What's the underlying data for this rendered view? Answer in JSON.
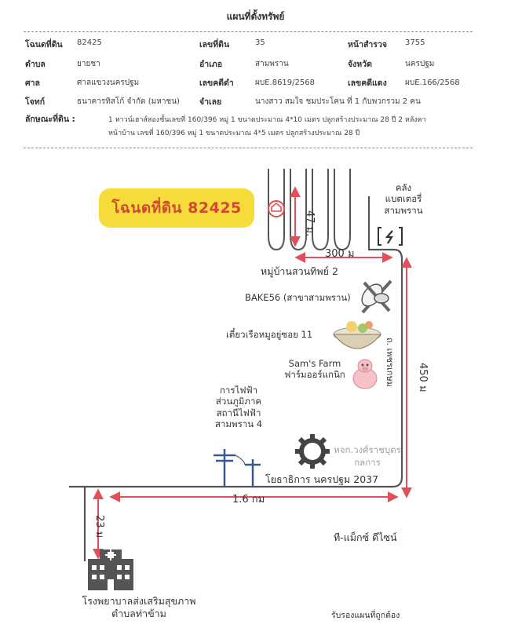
{
  "header": {
    "title": "แผนที่ตั้งทรัพย์"
  },
  "info": {
    "rows": [
      [
        {
          "label": "โฉนดที่ดิน",
          "value": "82425"
        },
        {
          "label": "เลขที่ดิน",
          "value": "35"
        },
        {
          "label": "หน้าสำรวจ",
          "value": "3755"
        }
      ],
      [
        {
          "label": "ตำบล",
          "value": "ยายชา"
        },
        {
          "label": "อำเภอ",
          "value": "สามพราน"
        },
        {
          "label": "จังหวัด",
          "value": "นครปฐม"
        }
      ],
      [
        {
          "label": "ศาล",
          "value": "ศาลแขวงนครปฐม"
        },
        {
          "label": "เลขคดีดำ",
          "value": "ผบE.8619/2568"
        },
        {
          "label": "เลขคดีแดง",
          "value": "ผบE.166/2568"
        }
      ]
    ],
    "plaintiff": {
      "label": "โจทก์",
      "value": "ธนาคารทิสโก้ จำกัด (มหาชน)"
    },
    "defendant": {
      "label": "จำเลย",
      "value": "นางสาว สมใจ ชมประโคน  ที่ 1  กับพวกรวม 2 คน"
    },
    "description_label": "ลักษณะที่ดิน :",
    "description_lines": [
      "1 หาวน์เฮาส์สองชั้นเลขที่ 160/396 หมู่ 1 ขนาดประมาณ 4*10 เมตร ปลูกสร้างประมาณ 28 ปี 2 หลังคา",
      "หน้าบ้าน เลขที่ 160/396 หมู่ 1 ขนาดประมาณ 4*5 เมตร ปลูกสร้างประมาณ 28 ปี"
    ]
  },
  "map": {
    "title_banner": "โฉนดที่ดิน 82425",
    "battery_label": [
      "คลัง",
      "แบตเตอรี่",
      "สามพราน"
    ],
    "dist_47": "47 ม.",
    "dist_300": "300 ม",
    "village": "หมู่บ้านสวนทิพย์ 2",
    "bake": "BAKE56 (สาขาสามพราน)",
    "noodle": "เตี๋ยวเรือหมูอยู่ซอย 11",
    "road_name": "ถ. เพชรเกษม",
    "farm": [
      "Sam's Farm",
      "ฟาร์มออร์แกนิก"
    ],
    "dist_450": "450 ม",
    "electric": [
      "การไฟฟ้า",
      "ส่วนภูมิภาค",
      "สถานีไฟฟ้า",
      "สามพราน 4"
    ],
    "company": [
      "หจก.วงศ์ราชบุตร",
      "กลการ"
    ],
    "yotha": "โยธาธิการ นครปฐม 2037",
    "dist_16": "1.6 กม",
    "dist_23": "23 ม",
    "tmax": "ที-แม็กซ์ ดีไซน์",
    "hospital": [
      "โรงพยาบาลส่งเสริมสุขภาพ",
      "ตำบลท่าข้าม"
    ],
    "certify": "รับรองแผนที่ถูกต้อง"
  },
  "colors": {
    "banner": "#f5dc3a",
    "banner_text": "#d04a2e",
    "arrow": "#e0505a",
    "road": "#555555",
    "gear": "#444444"
  }
}
